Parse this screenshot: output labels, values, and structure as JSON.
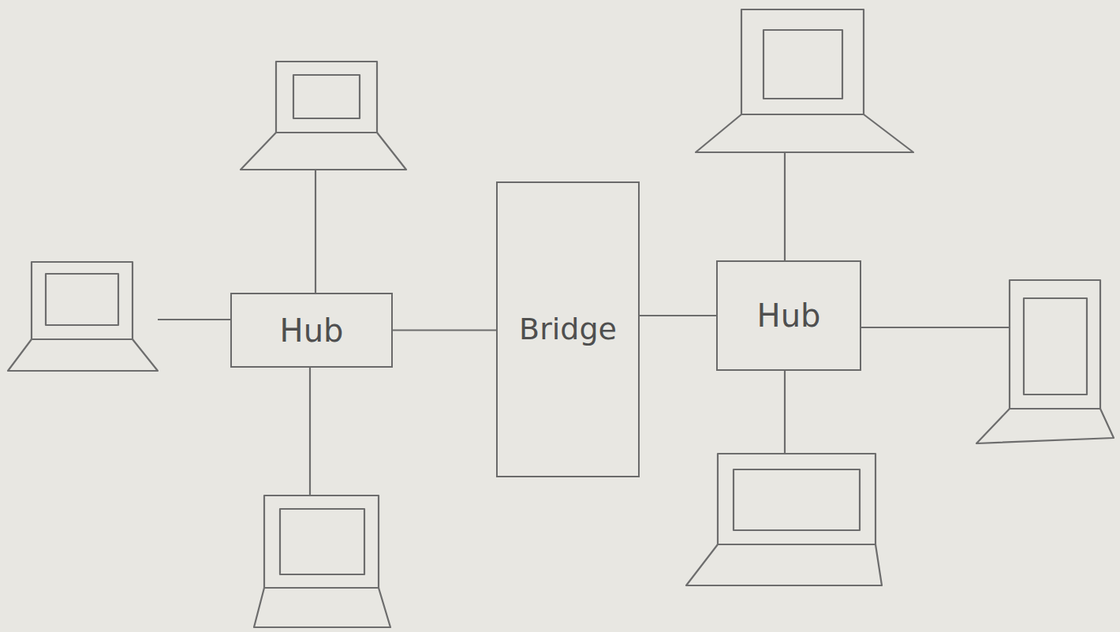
{
  "diagram": {
    "nodes": [
      {
        "text": [
          "Hub"
        ]
      },
      {
        "text": [
          "Bridge"
        ]
      },
      {
        "text": [
          "Hub"
        ]
      }
    ],
    "edges": [
      {
        "from": 0,
        "to": 1,
        "arrow": "none"
      },
      {
        "from": 1,
        "to": 2,
        "arrow": "none"
      }
    ]
  }
}
